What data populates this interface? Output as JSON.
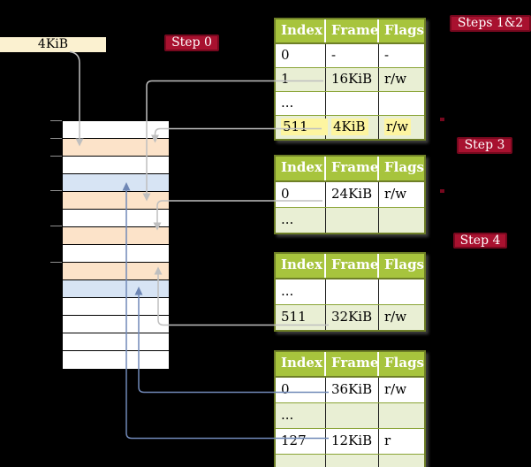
{
  "size_label": {
    "text": "4KiB"
  },
  "badges": [
    {
      "id": "step0",
      "label": "Step 0"
    },
    {
      "id": "steps12",
      "label": "Steps 1&2"
    },
    {
      "id": "step3",
      "label": "Step 3"
    },
    {
      "id": "step4",
      "label": "Step 4"
    }
  ],
  "memory": {
    "description": "physical memory column, 14 frames top to bottom",
    "rows": [
      "white",
      "orange",
      "white",
      "blue",
      "orange",
      "white",
      "orange",
      "white",
      "orange",
      "blue",
      "white",
      "white",
      "white",
      "white"
    ]
  },
  "tables": [
    {
      "name": "table-steps-1-2",
      "headers": [
        "Index",
        "Frame",
        "Flags"
      ],
      "rows": [
        {
          "cells": [
            "0",
            "-",
            "-"
          ]
        },
        {
          "cells": [
            "1",
            "16KiB",
            "r/w"
          ]
        },
        {
          "cells": [
            "...",
            "",
            ""
          ]
        },
        {
          "cells": [
            "511",
            "4KiB",
            "r/w"
          ],
          "highlighted": true
        }
      ]
    },
    {
      "name": "table-step-3",
      "headers": [
        "Index",
        "Frame",
        "Flags"
      ],
      "rows": [
        {
          "cells": [
            "0",
            "24KiB",
            "r/w"
          ]
        },
        {
          "cells": [
            "...",
            "",
            ""
          ]
        }
      ]
    },
    {
      "name": "table-step-4",
      "headers": [
        "Index",
        "Frame",
        "Flags"
      ],
      "rows": [
        {
          "cells": [
            "...",
            "",
            ""
          ]
        },
        {
          "cells": [
            "511",
            "32KiB",
            "r/w"
          ]
        }
      ]
    },
    {
      "name": "table-final",
      "headers": [
        "Index",
        "Frame",
        "Flags"
      ],
      "rows": [
        {
          "cells": [
            "0",
            "36KiB",
            "r/w"
          ]
        },
        {
          "cells": [
            "...",
            "",
            ""
          ]
        },
        {
          "cells": [
            "127",
            "12KiB",
            "r"
          ]
        },
        {
          "cells": [
            "...",
            "",
            ""
          ]
        }
      ]
    }
  ],
  "colors": {
    "badge_red": "#a8112f",
    "badge_border": "#76081e",
    "table_header_green": "#a7c43d",
    "table_border_olive": "#6e7f27",
    "row_green": "#e9efd4",
    "highlight_yellow": "#fdf5a0",
    "frame_orange": "#fce3c9",
    "frame_blue": "#d7e4f4",
    "label_cream": "#fbf1d0",
    "wire_gray": "#bfbfbf",
    "wire_blue": "#7189b8"
  }
}
